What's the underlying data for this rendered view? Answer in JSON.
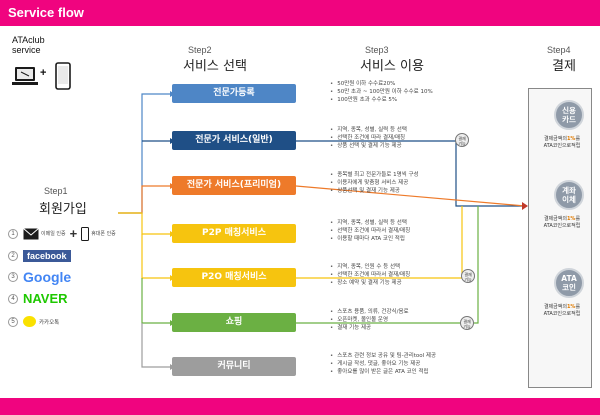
{
  "header": {
    "title": "Service flow"
  },
  "brand": {
    "line1": "ATAclub",
    "line2": "service"
  },
  "devices": {
    "plus": "+",
    "laptop": "laptop-icon",
    "phone": "phone-icon"
  },
  "steps": {
    "step1": {
      "label": "Step1",
      "title": "회원가입"
    },
    "step2": {
      "label": "Step2",
      "title": "서비스 선택"
    },
    "step3": {
      "label": "Step3",
      "title": "서비스 이용"
    },
    "step4": {
      "label": "Step4",
      "title": "결제"
    }
  },
  "signup_methods": [
    {
      "num": "1",
      "label": "이메일 인증",
      "plus": "+",
      "label2": "휴대폰 인증"
    },
    {
      "num": "2",
      "label": "facebook"
    },
    {
      "num": "3",
      "label": "Google"
    },
    {
      "num": "4",
      "label": "NAVER"
    },
    {
      "num": "5",
      "label": "카카오톡"
    }
  ],
  "services": [
    {
      "label": "전문가등록",
      "color": "#4e86c6",
      "features": [
        "50만원 이하 수수료20%",
        "50만 초과 ~ 100만원 이하 수수료 10%",
        "100만원 초과 수수료 5%"
      ]
    },
    {
      "label": "전문가 서비스(일반)",
      "color": "#1f4f86",
      "features": [
        "지역, 종목, 성별, 실력 등 선택",
        "선택한 조건에 따라 결재/매칭",
        "상품 선택 및 결제 기능 제공"
      ]
    },
    {
      "label": "전문가 서비스(프리미엄)",
      "color": "#ee7a2a",
      "features": [
        "종목별 최고 전문가들로 1명씩 구성",
        "이용자에게 맞춤형 서비스 제공",
        "상품선택 및 결재 기능 제공"
      ]
    },
    {
      "label": "P2P 매칭서비스",
      "color": "#f6c40f",
      "features": [
        "지역, 종목, 성별, 실력 등 선택",
        "선택한 조건에 따라서 결재/매칭",
        "이용할 때마다 ATA 코인 적립"
      ]
    },
    {
      "label": "P2O 매칭서비스",
      "color": "#f6c40f",
      "features": [
        "지역, 종목, 인원 수 등 선택",
        "선택한 조건에 따라서 결재/매칭",
        "장소 예약 및 결재 기능 제공"
      ]
    },
    {
      "label": "쇼핑",
      "color": "#6bb043",
      "features": [
        "스포츠 용품, 의류, 건강식/음료",
        "오픈마켓, 몰인몰 운영",
        "결재 기능 제공"
      ]
    },
    {
      "label": "커뮤니티",
      "color": "#9d9d9d",
      "features": [
        "스포츠 관련 정보 공유 및 팀-관리tool 제공",
        "게시글 작성, 댓글, 좋아요 기능 제공",
        "좋아요를 많이 받은 글은 ATA 코인 적립"
      ]
    }
  ],
  "nodes": {
    "general": "결재\n기능",
    "p2o": "결재\n기능",
    "shop": "결재\n기능"
  },
  "payments": [
    {
      "label": "신용\n카드",
      "note_a": "결제금액의",
      "note_pct": "1%",
      "note_b": "를",
      "note_c": "ATA코인으로적립"
    },
    {
      "label": "계좌\n이체",
      "note_a": "결제금액의",
      "note_pct": "1%",
      "note_b": "를",
      "note_c": "ATA코인으로적립"
    },
    {
      "label": "ATA\n코인",
      "note_a": "결제금액의",
      "note_pct": "1%",
      "note_b": "를",
      "note_c": "ATA코인으로적립"
    }
  ]
}
